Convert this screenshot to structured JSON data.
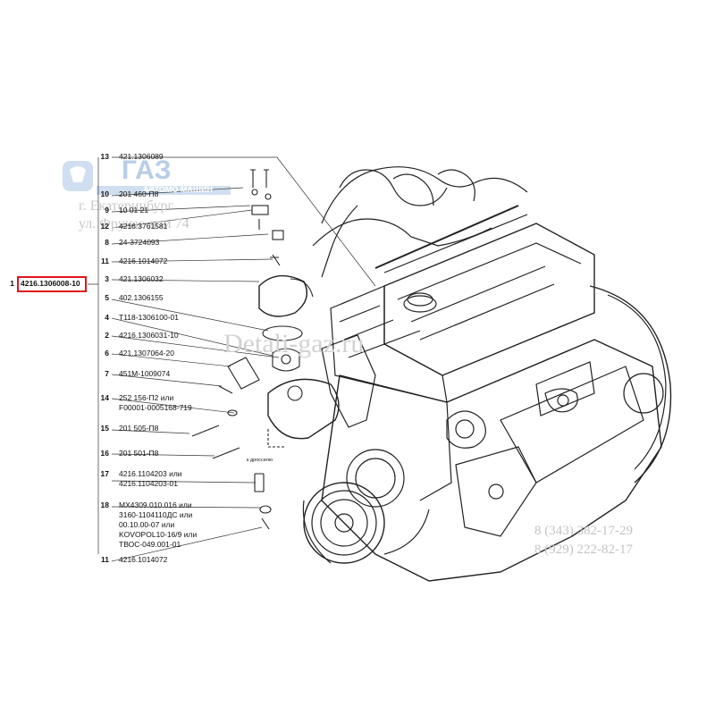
{
  "watermark": {
    "brand": "ГАЗ",
    "brand_sub": "АВТОМО МАШИН",
    "city": "г. Екатеринбург",
    "street": "ул. Фрунзе дом 74",
    "site": "Detali-gaz.ru"
  },
  "phones": [
    "8 (343) 382-17-29",
    "8 (929) 222-82-17"
  ],
  "highlight": {
    "num": "1",
    "part": "4216.1306008-10",
    "color": "#e0151b"
  },
  "parts": [
    {
      "num": "13",
      "code": "421.1306089"
    },
    {
      "num": "10",
      "code": "201 460-П8"
    },
    {
      "num": "9",
      "code": "10 01 21"
    },
    {
      "num": "12",
      "code": "4216.3761581"
    },
    {
      "num": "8",
      "code": "24-3724093"
    },
    {
      "num": "11",
      "code": "4216.1014072"
    },
    {
      "num": "3",
      "code": "421.1306032"
    },
    {
      "num": "5",
      "code": "402.1306155"
    },
    {
      "num": "4",
      "code": "Т118-1306100-01"
    },
    {
      "num": "2",
      "code": "4216.1306031-10"
    },
    {
      "num": "6",
      "code": "421.1307064-20"
    },
    {
      "num": "7",
      "code": "451М-1009074"
    },
    {
      "num": "14",
      "code": "252 156-П2 или",
      "code2": "F00001-0005168-719"
    },
    {
      "num": "15",
      "code": "201 505-П8"
    },
    {
      "num": "16",
      "code": "201 501-П8"
    },
    {
      "num": "17",
      "code": "4216.1104203 или",
      "code2": "4216.1104203-01"
    },
    {
      "num": "18",
      "code": "МХ4309.010.016 или",
      "code2": "3160-1104110ДС или",
      "code3": "00.10.00-07 или",
      "code4": "KOVOPOL10-16/9 или",
      "code5": "ТВОС-049.001-01"
    },
    {
      "num": "11",
      "code": "4216.1014072"
    }
  ],
  "annotation": "к дросселю"
}
